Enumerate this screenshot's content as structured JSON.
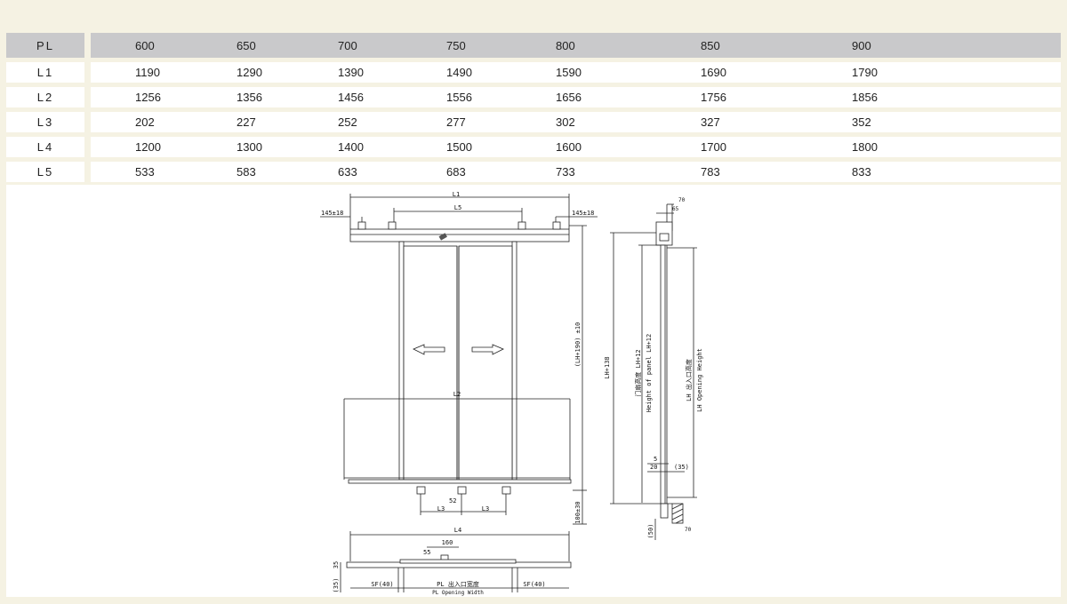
{
  "table": {
    "header_label": "PL",
    "columns": [
      "600",
      "650",
      "700",
      "750",
      "800",
      "850",
      "900"
    ],
    "rows": [
      {
        "label": "L1",
        "values": [
          "1190",
          "1290",
          "1390",
          "1490",
          "1590",
          "1690",
          "1790"
        ]
      },
      {
        "label": "L2",
        "values": [
          "1256",
          "1356",
          "1456",
          "1556",
          "1656",
          "1756",
          "1856"
        ]
      },
      {
        "label": "L3",
        "values": [
          "202",
          "227",
          "252",
          "277",
          "302",
          "327",
          "352"
        ]
      },
      {
        "label": "L4",
        "values": [
          "1200",
          "1300",
          "1400",
          "1500",
          "1600",
          "1700",
          "1800"
        ]
      },
      {
        "label": "L5",
        "values": [
          "533",
          "583",
          "633",
          "683",
          "733",
          "783",
          "833"
        ]
      }
    ]
  },
  "drawing": {
    "front": {
      "l1": "L1",
      "l5": "L5",
      "left_offset": "145±18",
      "right_offset": "145±18",
      "height_label": "(LH+190) ±10",
      "l2": "L2",
      "l3_left": "L3",
      "l3_right": "L3",
      "gap_label": "52",
      "bottom_label": "100±30"
    },
    "plan": {
      "l4": "L4",
      "width_160": "160",
      "width_55": "55",
      "depth_35": "35",
      "depth_35b": "(35)",
      "sf_left": "SF(40)",
      "sf_right": "SF(40)",
      "pl_cn": "PL 出入口宽度",
      "pl_en": "PL Opening Width"
    },
    "side": {
      "top_65": "65",
      "top_70": "70",
      "lh138": "LH+138",
      "panel_cn": "门扇高度 LH+12",
      "panel_en": "Height of panel LH+12",
      "opening_cn": "LH 出入口高度",
      "opening_en": "LH Opening Height",
      "dim_5": "5",
      "dim_20": "20",
      "dim_35": "(35)",
      "dim_50": "(50)",
      "bottom_70": "70"
    }
  }
}
